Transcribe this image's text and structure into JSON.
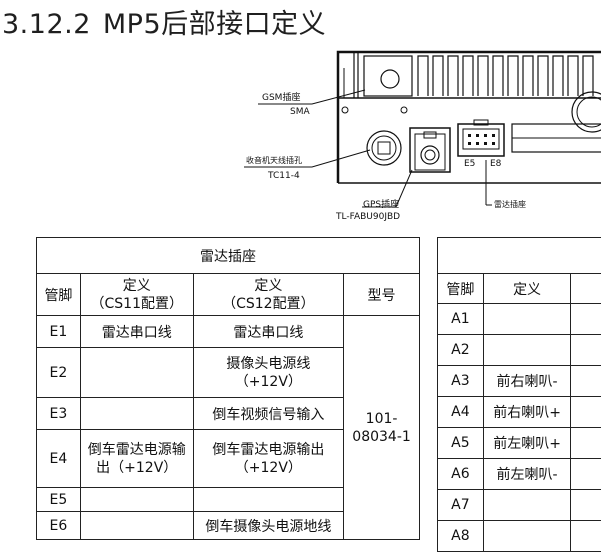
{
  "section": {
    "number": "3.12.2",
    "title": "MP5后部接口定义"
  },
  "diagram": {
    "labels": {
      "gsm_name": "GSM插座",
      "gsm_type": "SMA",
      "radio_name": "收音机天线插孔",
      "radio_type": "TC11-4",
      "gps_name": "GPS插座",
      "gps_type": "TL-FABU90JBD",
      "radar_name": "雷达插座",
      "pin_e5": "E5",
      "pin_e8": "E8"
    }
  },
  "radar_table": {
    "title": "雷达插座",
    "headers": {
      "pin": "管脚",
      "def_cs11": "定义\n（CS11配置）",
      "def_cs12": "定义\n（CS12配置）",
      "model": "型号"
    },
    "model_value": "101-\n08034-1",
    "rows": [
      {
        "pin": "E1",
        "cs11": "雷达串口线",
        "cs12": "雷达串口线"
      },
      {
        "pin": "E2",
        "cs11": "",
        "cs12": "摄像头电源线\n（+12V）"
      },
      {
        "pin": "E3",
        "cs11": "",
        "cs12": "倒车视频信号输入"
      },
      {
        "pin": "E4",
        "cs11": "倒车雷达电源输\n出（+12V）",
        "cs12": "倒车雷达电源输出\n（+12V）"
      },
      {
        "pin": "E5",
        "cs11": "",
        "cs12": ""
      },
      {
        "pin": "E6",
        "cs11": "",
        "cs12": "倒车摄像头电源地线"
      }
    ]
  },
  "speaker_table": {
    "headers": {
      "pin": "管脚",
      "def": "定义"
    },
    "rows": [
      {
        "pin": "A1",
        "def": ""
      },
      {
        "pin": "A2",
        "def": ""
      },
      {
        "pin": "A3",
        "def": "前右喇叭-"
      },
      {
        "pin": "A4",
        "def": "前右喇叭+"
      },
      {
        "pin": "A5",
        "def": "前左喇叭+"
      },
      {
        "pin": "A6",
        "def": "前左喇叭-"
      },
      {
        "pin": "A7",
        "def": ""
      },
      {
        "pin": "A8",
        "def": ""
      }
    ]
  }
}
